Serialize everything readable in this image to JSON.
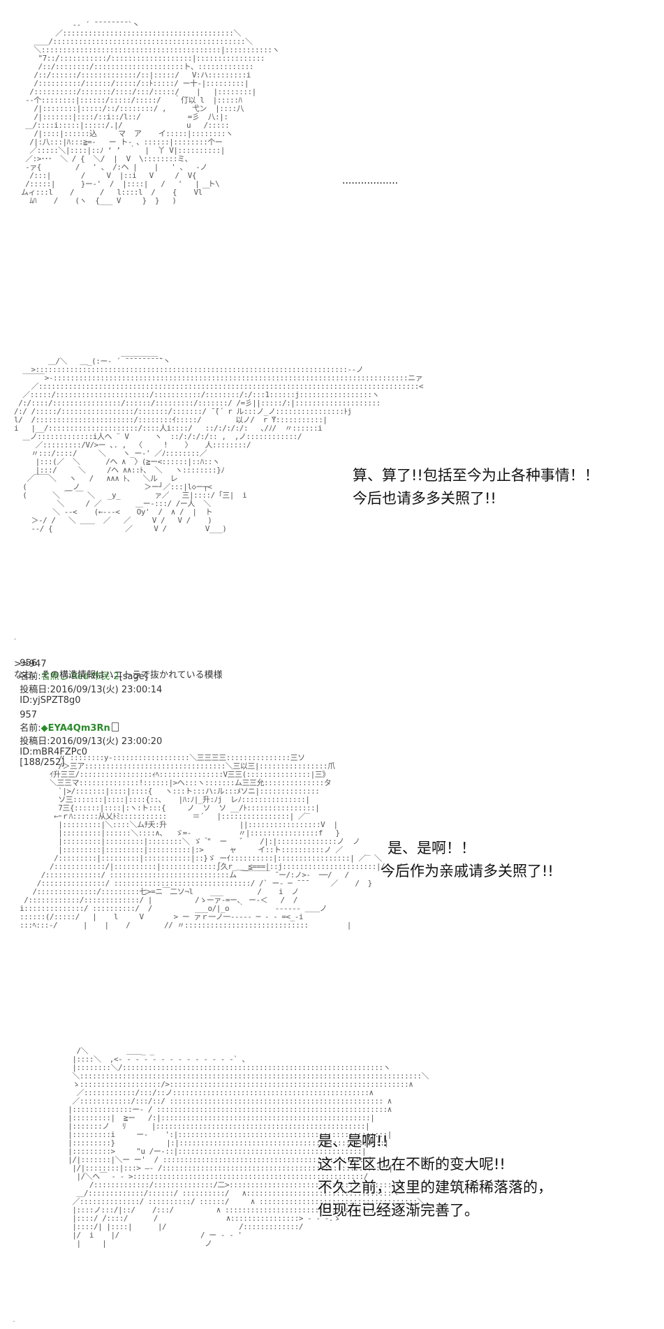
{
  "panels": [
    {
      "dialog": [
        ".................."
      ]
    },
    {
      "dialog": [
        "算、算了!!包括至今为止各种事情！！",
        "今后也请多多关照了!!"
      ]
    },
    {
      "dialog": [
        "是、是啊！！",
        "今后作为亲戚请多关照了!!"
      ]
    },
    {
      "dialog": [
        "是、是啊!!",
        "这个军区也在不断的变大呢!!",
        "不久之前，这里的建筑稀稀落落的，",
        "但现在已经逐渐完善了。"
      ]
    }
  ],
  "posts": [
    {
      "number": "956",
      "name_label": "名前:",
      "name": "名無し-Red-市民-2",
      "sage": "[sage]",
      "date_label": "投稿日:",
      "date": "2016/09/13(火) 23:00:14",
      "id": "ID:yjSPZT8g0",
      "reply": ">>947",
      "body": "なお、その構造情報はハニトラで抜かれている模様"
    },
    {
      "number": "957",
      "name_label": "名前:",
      "name": "◆EYA4Qm3Rn",
      "date_label": "投稿日:",
      "date": "2016/09/13(火) 23:00:20",
      "id": "ID:mBR4FZPc0",
      "count": "[188/252]"
    }
  ],
  "colors": {
    "name_green": "#2a8a2a",
    "text": "#222222",
    "ascii_art": "#555555"
  }
}
